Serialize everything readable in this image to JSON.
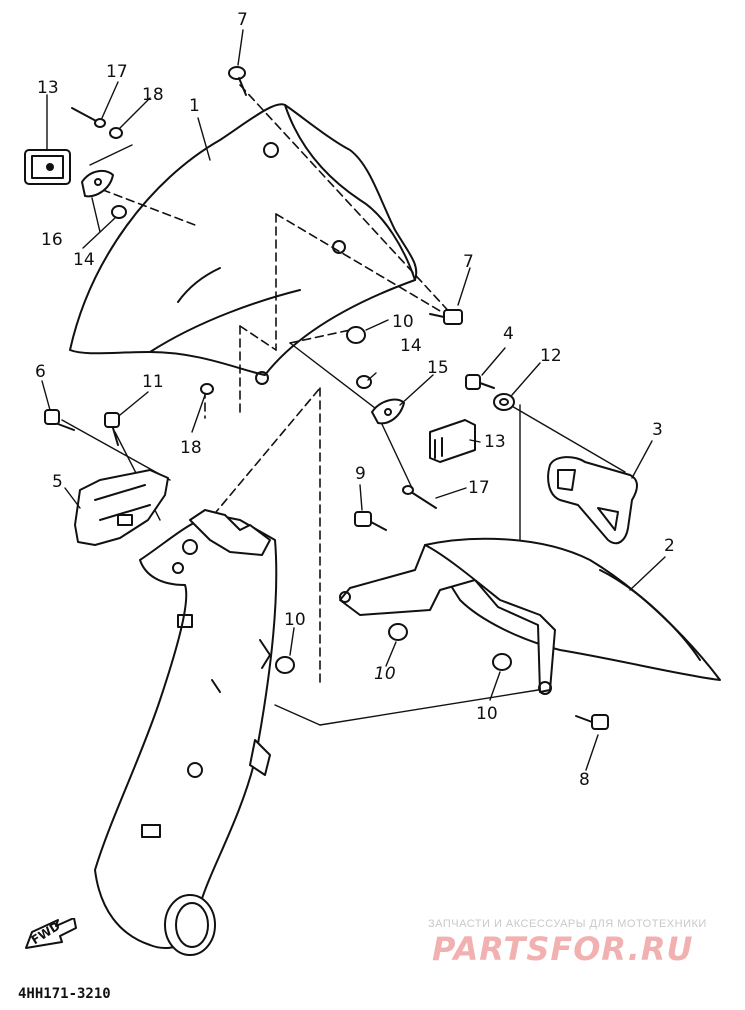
{
  "diagram": {
    "part_code": "4HH171-3210",
    "forward_label": "FWD",
    "watermark": {
      "tagline": "ЗАПЧАСТИ И АКСЕССУАРЫ ДЛЯ МОТОТЕХНИКИ",
      "logo": "PARTSFOR.RU"
    },
    "callouts": [
      {
        "id": "c1",
        "text": "1"
      },
      {
        "id": "c2",
        "text": "2"
      },
      {
        "id": "c3",
        "text": "3"
      },
      {
        "id": "c4",
        "text": "4"
      },
      {
        "id": "c5",
        "text": "5"
      },
      {
        "id": "c6",
        "text": "6"
      },
      {
        "id": "c7a",
        "text": "7"
      },
      {
        "id": "c7b",
        "text": "7"
      },
      {
        "id": "c8",
        "text": "8"
      },
      {
        "id": "c9",
        "text": "9"
      },
      {
        "id": "c10a",
        "text": "10"
      },
      {
        "id": "c10b",
        "text": "10"
      },
      {
        "id": "c10c",
        "text": "10"
      },
      {
        "id": "c10d",
        "text": "10"
      },
      {
        "id": "c11",
        "text": "11"
      },
      {
        "id": "c12",
        "text": "12"
      },
      {
        "id": "c13a",
        "text": "13"
      },
      {
        "id": "c13b",
        "text": "13"
      },
      {
        "id": "c14a",
        "text": "14"
      },
      {
        "id": "c14b",
        "text": "14"
      },
      {
        "id": "c15",
        "text": "15"
      },
      {
        "id": "c16",
        "text": "16"
      },
      {
        "id": "c17a",
        "text": "17"
      },
      {
        "id": "c17b",
        "text": "17"
      },
      {
        "id": "c18a",
        "text": "18"
      },
      {
        "id": "c18b",
        "text": "18"
      }
    ]
  }
}
